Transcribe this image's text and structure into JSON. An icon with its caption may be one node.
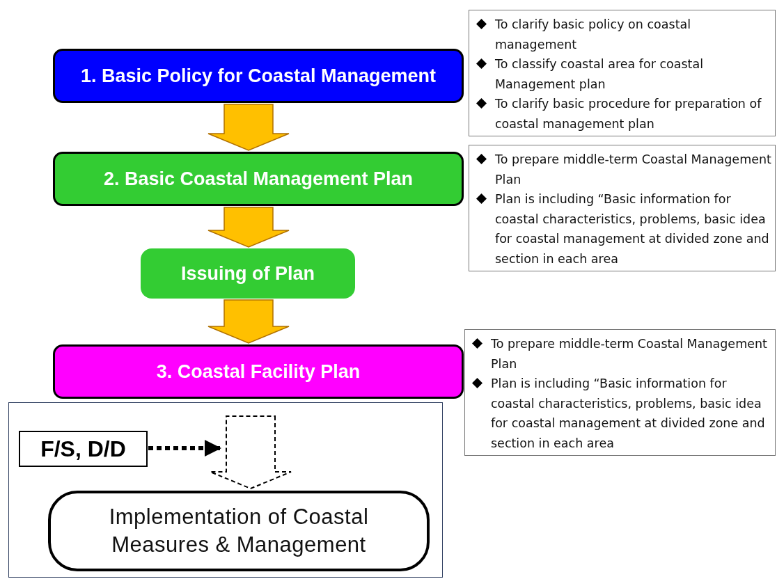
{
  "diagram": {
    "nodes": [
      {
        "text": [
          "1. Basic Policy for Coastal Management"
        ]
      },
      {
        "text": [
          "To clarify basic policy on coastal management",
          "To classify coastal area for coastal Management plan",
          "To clarify basic procedure for preparation of coastal management plan"
        ]
      },
      {
        "text": [
          "2. Basic Coastal Management Plan"
        ]
      },
      {
        "text": [
          "To prepare middle-term Coastal Management Plan",
          "Plan is including “Basic information for coastal characteristics, problems, basic idea for coastal management at divided zone and section in each area"
        ]
      },
      {
        "text": [
          "Issuing of Plan"
        ]
      },
      {
        "text": [
          "3. Coastal Facility Plan"
        ]
      },
      {
        "text": [
          "To prepare middle-term Coastal Management Plan",
          "Plan is including “Basic information for coastal characteristics, problems, basic idea for coastal management at divided zone and section in each area"
        ]
      },
      {
        "text": [],
        "shape": "box"
      },
      {
        "text": [
          "F/S, D/D"
        ],
        "in": 7
      },
      {
        "text": [
          "Implementation of Coastal Measures & Management"
        ],
        "in": 7
      }
    ],
    "edges": [
      {
        "from": 0,
        "to": 2,
        "arrow": "to"
      },
      {
        "from": 2,
        "to": 4,
        "arrow": "to"
      },
      {
        "from": 4,
        "to": 5,
        "arrow": "to"
      },
      {
        "from": 8,
        "to": null,
        "arrow": "to",
        "style": "dashed",
        "color": "#000000"
      },
      {
        "from": null,
        "to": 9,
        "arrow": "to",
        "style": "dashed",
        "color": "#000000"
      }
    ]
  }
}
